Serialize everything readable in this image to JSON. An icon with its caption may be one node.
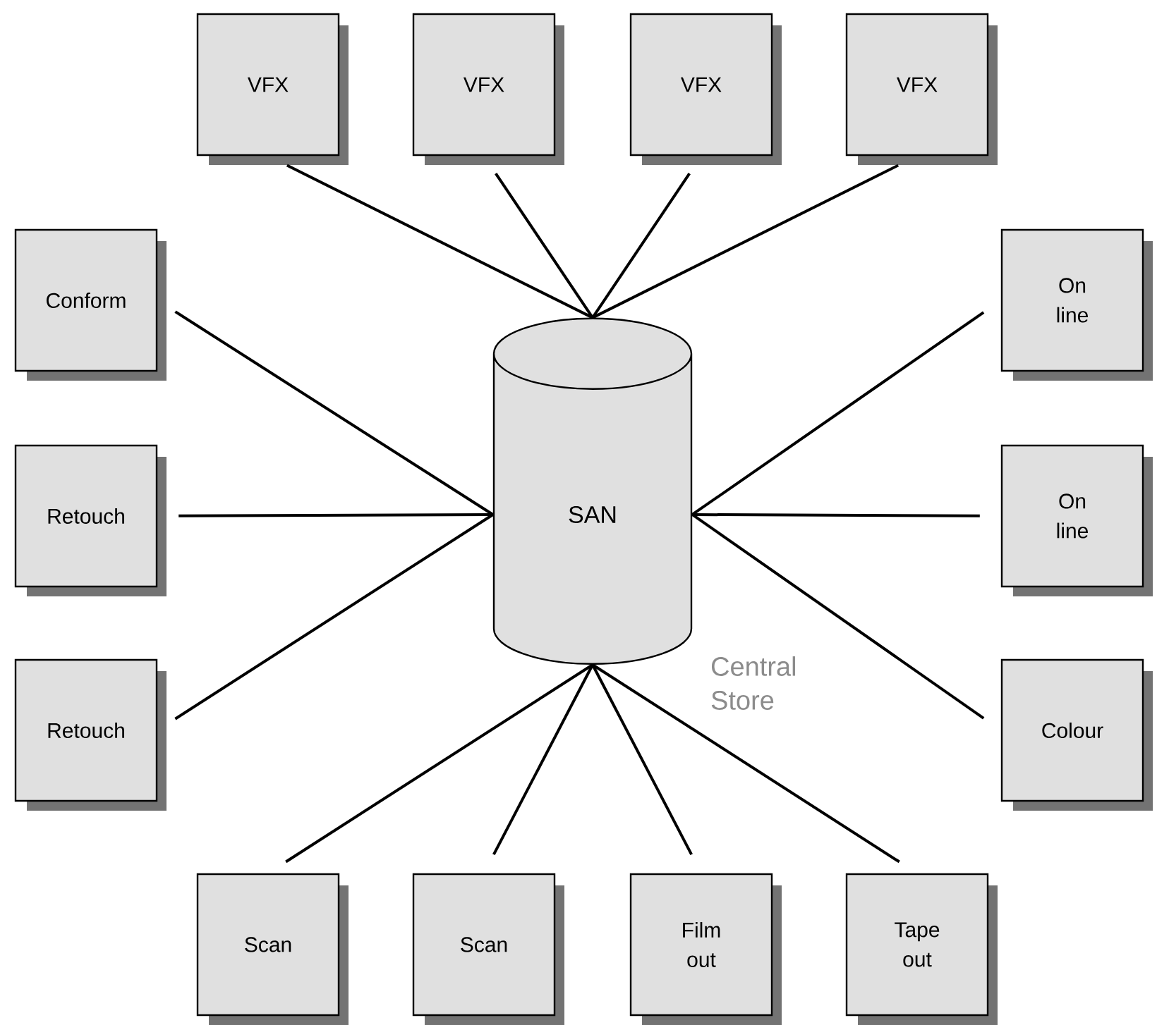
{
  "diagram": {
    "nodes": [
      {
        "text": [
          "VFX"
        ]
      },
      {
        "text": [
          "VFX"
        ]
      },
      {
        "text": [
          "VFX"
        ]
      },
      {
        "text": [
          "VFX"
        ]
      },
      {
        "text": [
          "Conform"
        ]
      },
      {
        "text": [
          "On line"
        ]
      },
      {
        "text": [
          "Retouch"
        ]
      },
      {
        "text": [
          "SAN"
        ],
        "beside": [
          "Central Store"
        ]
      },
      {
        "text": [
          "On line"
        ]
      },
      {
        "text": [
          "Retouch"
        ]
      },
      {
        "text": [
          "Colour"
        ]
      },
      {
        "text": [
          "Scan"
        ]
      },
      {
        "text": [
          "Scan"
        ]
      },
      {
        "text": [
          "Film out"
        ]
      },
      {
        "text": [
          "Tape out"
        ]
      }
    ],
    "edges": [
      {
        "from": 0,
        "to": 7,
        "arrow": "none"
      },
      {
        "from": 1,
        "to": 7,
        "arrow": "none"
      },
      {
        "from": 2,
        "to": 7,
        "arrow": "none"
      },
      {
        "from": 3,
        "to": 7,
        "arrow": "none"
      },
      {
        "from": 4,
        "to": 7,
        "arrow": "none"
      },
      {
        "from": 5,
        "to": 7,
        "arrow": "none"
      },
      {
        "from": 6,
        "to": 7,
        "arrow": "none"
      },
      {
        "from": 8,
        "to": 7,
        "arrow": "none"
      },
      {
        "from": 9,
        "to": 7,
        "arrow": "none"
      },
      {
        "from": 10,
        "to": 7,
        "arrow": "none"
      },
      {
        "from": 11,
        "to": 7,
        "arrow": "none"
      },
      {
        "from": 12,
        "to": 7,
        "arrow": "none"
      },
      {
        "from": 13,
        "to": 7,
        "arrow": "none"
      },
      {
        "from": 14,
        "to": 7,
        "arrow": "none"
      }
    ]
  }
}
